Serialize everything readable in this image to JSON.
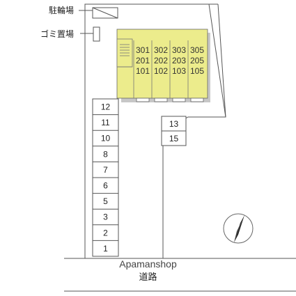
{
  "labels": {
    "bicycle_parking": "駐輪場",
    "garbage_area": "ゴミ置場",
    "road": "道路",
    "watermark": "Apamanshop"
  },
  "rooms": [
    [
      "301",
      "201",
      "101"
    ],
    [
      "302",
      "202",
      "102"
    ],
    [
      "303",
      "203",
      "103"
    ],
    [
      "305",
      "205",
      "105"
    ]
  ],
  "parking_left": [
    "12",
    "11",
    "10",
    "8",
    "7",
    "6",
    "5",
    "3",
    "2",
    "1"
  ],
  "parking_right": [
    "13",
    "15"
  ],
  "colors": {
    "building": "#ecec8c",
    "building_shadow": "#c7c7c7",
    "line": "#555555"
  },
  "icons": {
    "compass": "north-arrow-icon"
  }
}
